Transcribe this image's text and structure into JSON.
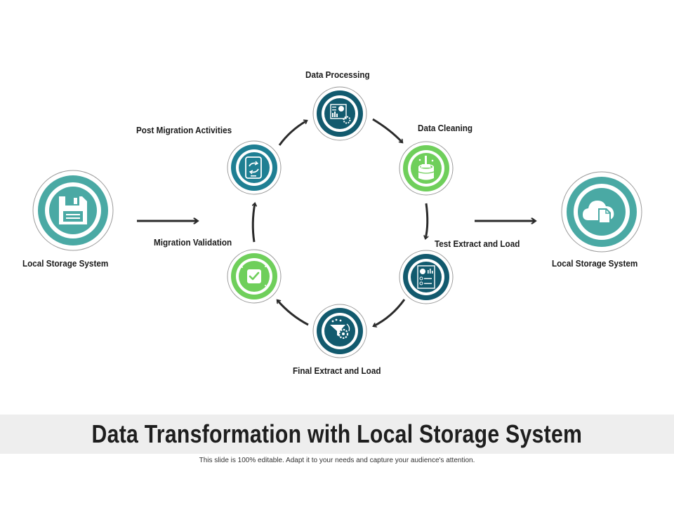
{
  "colors": {
    "dark_teal": "#125a6e",
    "teal": "#4aa9a4",
    "green": "#6fcf5b",
    "arrow": "#2b2b2b",
    "ring_border": "#9a9a9a"
  },
  "nodes": {
    "source": {
      "label": "Local Storage System",
      "icon": "floppy-disk-icon"
    },
    "data_processing": {
      "label": "Data Processing",
      "icon": "report-dashboard-icon"
    },
    "data_cleaning": {
      "label": "Data Cleaning",
      "icon": "database-cleaning-icon"
    },
    "test_extract_load": {
      "label": "Test Extract and Load",
      "icon": "analytics-report-icon"
    },
    "final_extract_load": {
      "label": "Final Extract and Load",
      "icon": "funnel-gear-icon"
    },
    "migration_validation": {
      "label": "Migration Validation",
      "icon": "checkmark-icon"
    },
    "post_migration": {
      "label": "Post Migration Activities",
      "icon": "mobile-sync-icon"
    },
    "target": {
      "label": "Local Storage System",
      "icon": "cloud-document-icon"
    }
  },
  "title": "Data Transformation with Local Storage System",
  "footnote": "This slide is 100% editable. Adapt it to your needs and capture your audience's attention."
}
